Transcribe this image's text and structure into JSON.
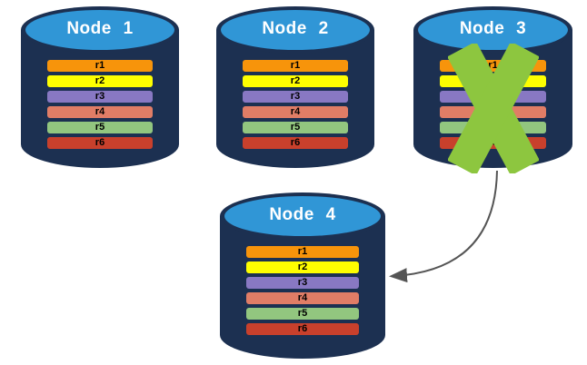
{
  "diagram": {
    "description": "Four database nodes with replicated rows; Node 3 failed and its data moves to Node 4",
    "colors": {
      "background": "#FFFFFF",
      "cylinder_body": "#1C3051",
      "cylinder_top": "#3096D6",
      "node_title_text": "#FFFFFF",
      "row_text": "#000000",
      "failure_x": "#8DC63F",
      "arrow": "#555555"
    },
    "icons": {
      "failure": "green-x-mark",
      "transfer": "curved-arrow"
    },
    "nodes": [
      {
        "id": "node-1",
        "title": "Node 1",
        "failed": false,
        "rows": [
          {
            "label": "r1",
            "color": "#F7940B"
          },
          {
            "label": "r2",
            "color": "#FEFE00"
          },
          {
            "label": "r3",
            "color": "#8878C3"
          },
          {
            "label": "r4",
            "color": "#E07D66"
          },
          {
            "label": "r5",
            "color": "#92C67F"
          },
          {
            "label": "r6",
            "color": "#C8402C"
          }
        ]
      },
      {
        "id": "node-2",
        "title": "Node 2",
        "failed": false,
        "rows": [
          {
            "label": "r1",
            "color": "#F7940B"
          },
          {
            "label": "r2",
            "color": "#FEFE00"
          },
          {
            "label": "r3",
            "color": "#8878C3"
          },
          {
            "label": "r4",
            "color": "#E07D66"
          },
          {
            "label": "r5",
            "color": "#92C67F"
          },
          {
            "label": "r6",
            "color": "#C8402C"
          }
        ]
      },
      {
        "id": "node-3",
        "title": "Node 3",
        "failed": true,
        "rows": [
          {
            "label": "r1",
            "color": "#F7940B"
          },
          {
            "label": "r2",
            "color": "#FEFE00"
          },
          {
            "label": "r3",
            "color": "#8878C3"
          },
          {
            "label": "r4",
            "color": "#E07D66"
          },
          {
            "label": "r5",
            "color": "#92C67F"
          },
          {
            "label": "r6",
            "color": "#C8402C"
          }
        ]
      },
      {
        "id": "node-4",
        "title": "Node 4",
        "failed": false,
        "rows": [
          {
            "label": "r1",
            "color": "#F7940B"
          },
          {
            "label": "r2",
            "color": "#FEFE00"
          },
          {
            "label": "r3",
            "color": "#8878C3"
          },
          {
            "label": "r4",
            "color": "#E07D66"
          },
          {
            "label": "r5",
            "color": "#92C67F"
          },
          {
            "label": "r6",
            "color": "#C8402C"
          }
        ]
      }
    ],
    "arrow": {
      "from": "Node 3",
      "to": "Node 4"
    }
  }
}
